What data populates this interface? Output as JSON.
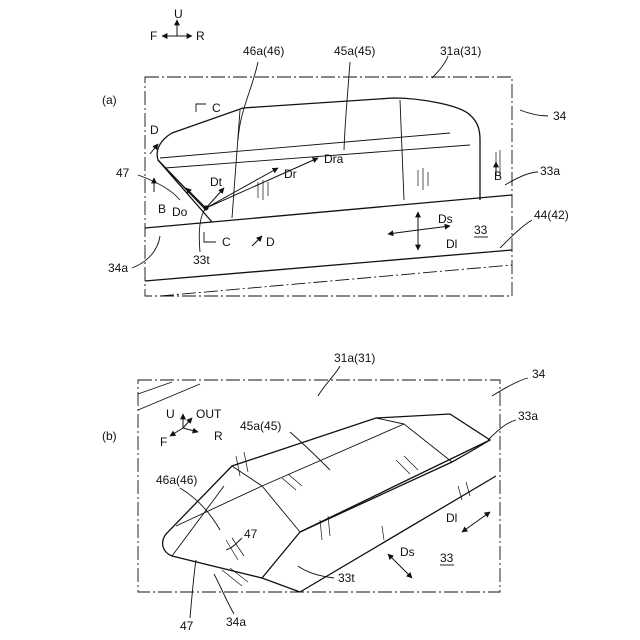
{
  "panel_a": {
    "panel_label": "(a)",
    "compass": {
      "up": "U",
      "front": "F",
      "rear": "R"
    },
    "labels": {
      "ref_46a": "46a(46)",
      "ref_45a": "45a(45)",
      "ref_31a": "31a(31)",
      "ref_34": "34",
      "ref_47": "47",
      "ref_33a": "33a",
      "ref_44": "44(42)",
      "ref_33": "33",
      "ref_34a": "34a",
      "ref_33t": "33t",
      "dir_dt": "Dt",
      "dir_dr": "Dr",
      "dir_dra": "Dra",
      "dir_do": "Do",
      "dir_ds": "Ds",
      "dir_dl": "Dl",
      "sec_b_left": "B",
      "sec_b_right": "B",
      "sec_c_top": "C",
      "sec_c_bottom": "C",
      "sec_d_top": "D",
      "sec_d_bottom": "D"
    }
  },
  "panel_b": {
    "panel_label": "(b)",
    "compass": {
      "up": "U",
      "out": "OUT",
      "front": "F",
      "rear": "R"
    },
    "labels": {
      "ref_31a": "31a(31)",
      "ref_34": "34",
      "ref_33a": "33a",
      "ref_45a": "45a(45)",
      "ref_46a": "46a(46)",
      "ref_47_inner": "47",
      "ref_47_outer": "47",
      "ref_34a": "34a",
      "ref_33t": "33t",
      "ref_33": "33",
      "dir_dl": "Dl",
      "dir_ds": "Ds"
    }
  }
}
